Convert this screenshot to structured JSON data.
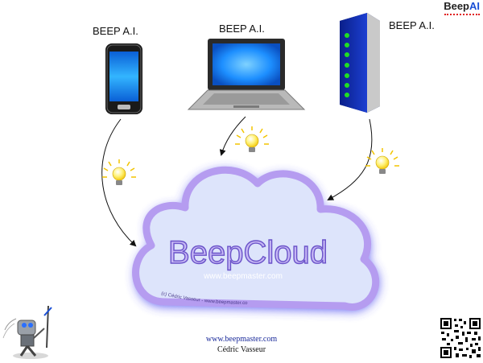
{
  "header": {
    "logo_prefix": "Beep",
    "logo_suffix": "AI"
  },
  "devices": [
    {
      "kind": "smartphone",
      "label": "BEEP A.I."
    },
    {
      "kind": "laptop",
      "label": "BEEP A.I."
    },
    {
      "kind": "server",
      "label": "BEEP A.I."
    }
  ],
  "cloud": {
    "title": "BeepCloud",
    "url": "www.beepmaster.com",
    "copyright": "(c) Cédric Vasseur - www.beepmaster.com"
  },
  "footer": {
    "url": "www.beepmaster.com",
    "author": "Cédric Vasseur"
  },
  "colors": {
    "cloud_fill": "#dde4fb",
    "cloud_border": "#b59cf0",
    "cloud_glow": "#3f3ff0",
    "title_fill": "#c7b8f5",
    "title_stroke": "#6a53c9",
    "screen_blue": "#1d8fff",
    "led_green": "#22dd22",
    "bulb_yellow": "#fff27a",
    "logo_accent": "#1a4fd6"
  }
}
